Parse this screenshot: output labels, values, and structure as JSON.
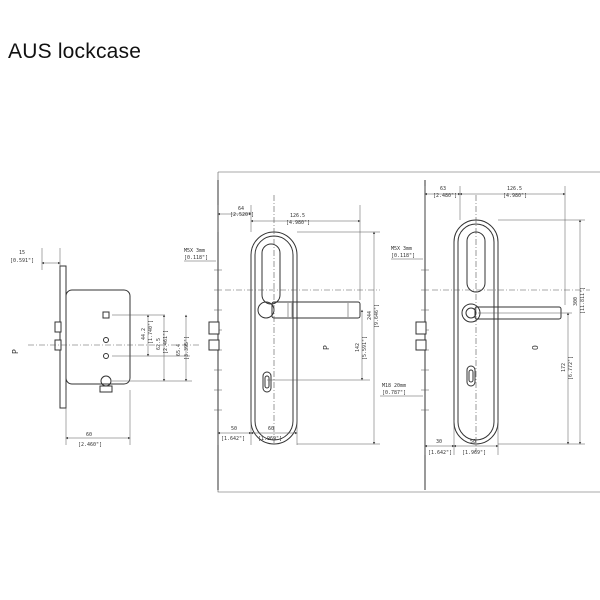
{
  "page": {
    "title": "AUS lockcase"
  },
  "lockcase": {
    "dims": {
      "top_w": "15",
      "top_w_in": "[0.591\"]",
      "h1": "44.2",
      "h1_in": "[1.740\"]",
      "h2": "62.5",
      "h2_in": "[2.461\"]",
      "h3": "65.4",
      "h3_in": "[3.395\"]",
      "bot_w": "60",
      "bot_w_in": "[2.460\"]"
    },
    "center_mark": "P"
  },
  "front_view": {
    "dims": {
      "a": "64",
      "a_in": "[2.520\"]",
      "b": "126.5",
      "b_in": "[4.980\"]",
      "c": "M5X 3mm",
      "c_in": "[0.118\"]",
      "d": "244",
      "d_in": "[9.646\"]",
      "e": "142",
      "e_in": "[5.591\"]",
      "f": "50",
      "f_in": "[1.642\"]",
      "g": "60",
      "g_in": "[1.969\"]"
    },
    "center_mark": "P"
  },
  "rear_view": {
    "dims": {
      "a": "63",
      "a_in": "[2.480\"]",
      "b": "126.5",
      "b_in": "[4.980\"]",
      "c": "M5X 3mm",
      "c_in": "[0.118\"]",
      "d": "300",
      "d_in": "[11.811\"]",
      "e": "172",
      "e_in": "[6.772\"]",
      "f": "M18 20mm",
      "f_in": "[0.787\"]",
      "g": "30",
      "g_in": "[1.642\"]",
      "h": "50",
      "h_in": "[1.969\"]"
    },
    "center_mark": "O"
  }
}
